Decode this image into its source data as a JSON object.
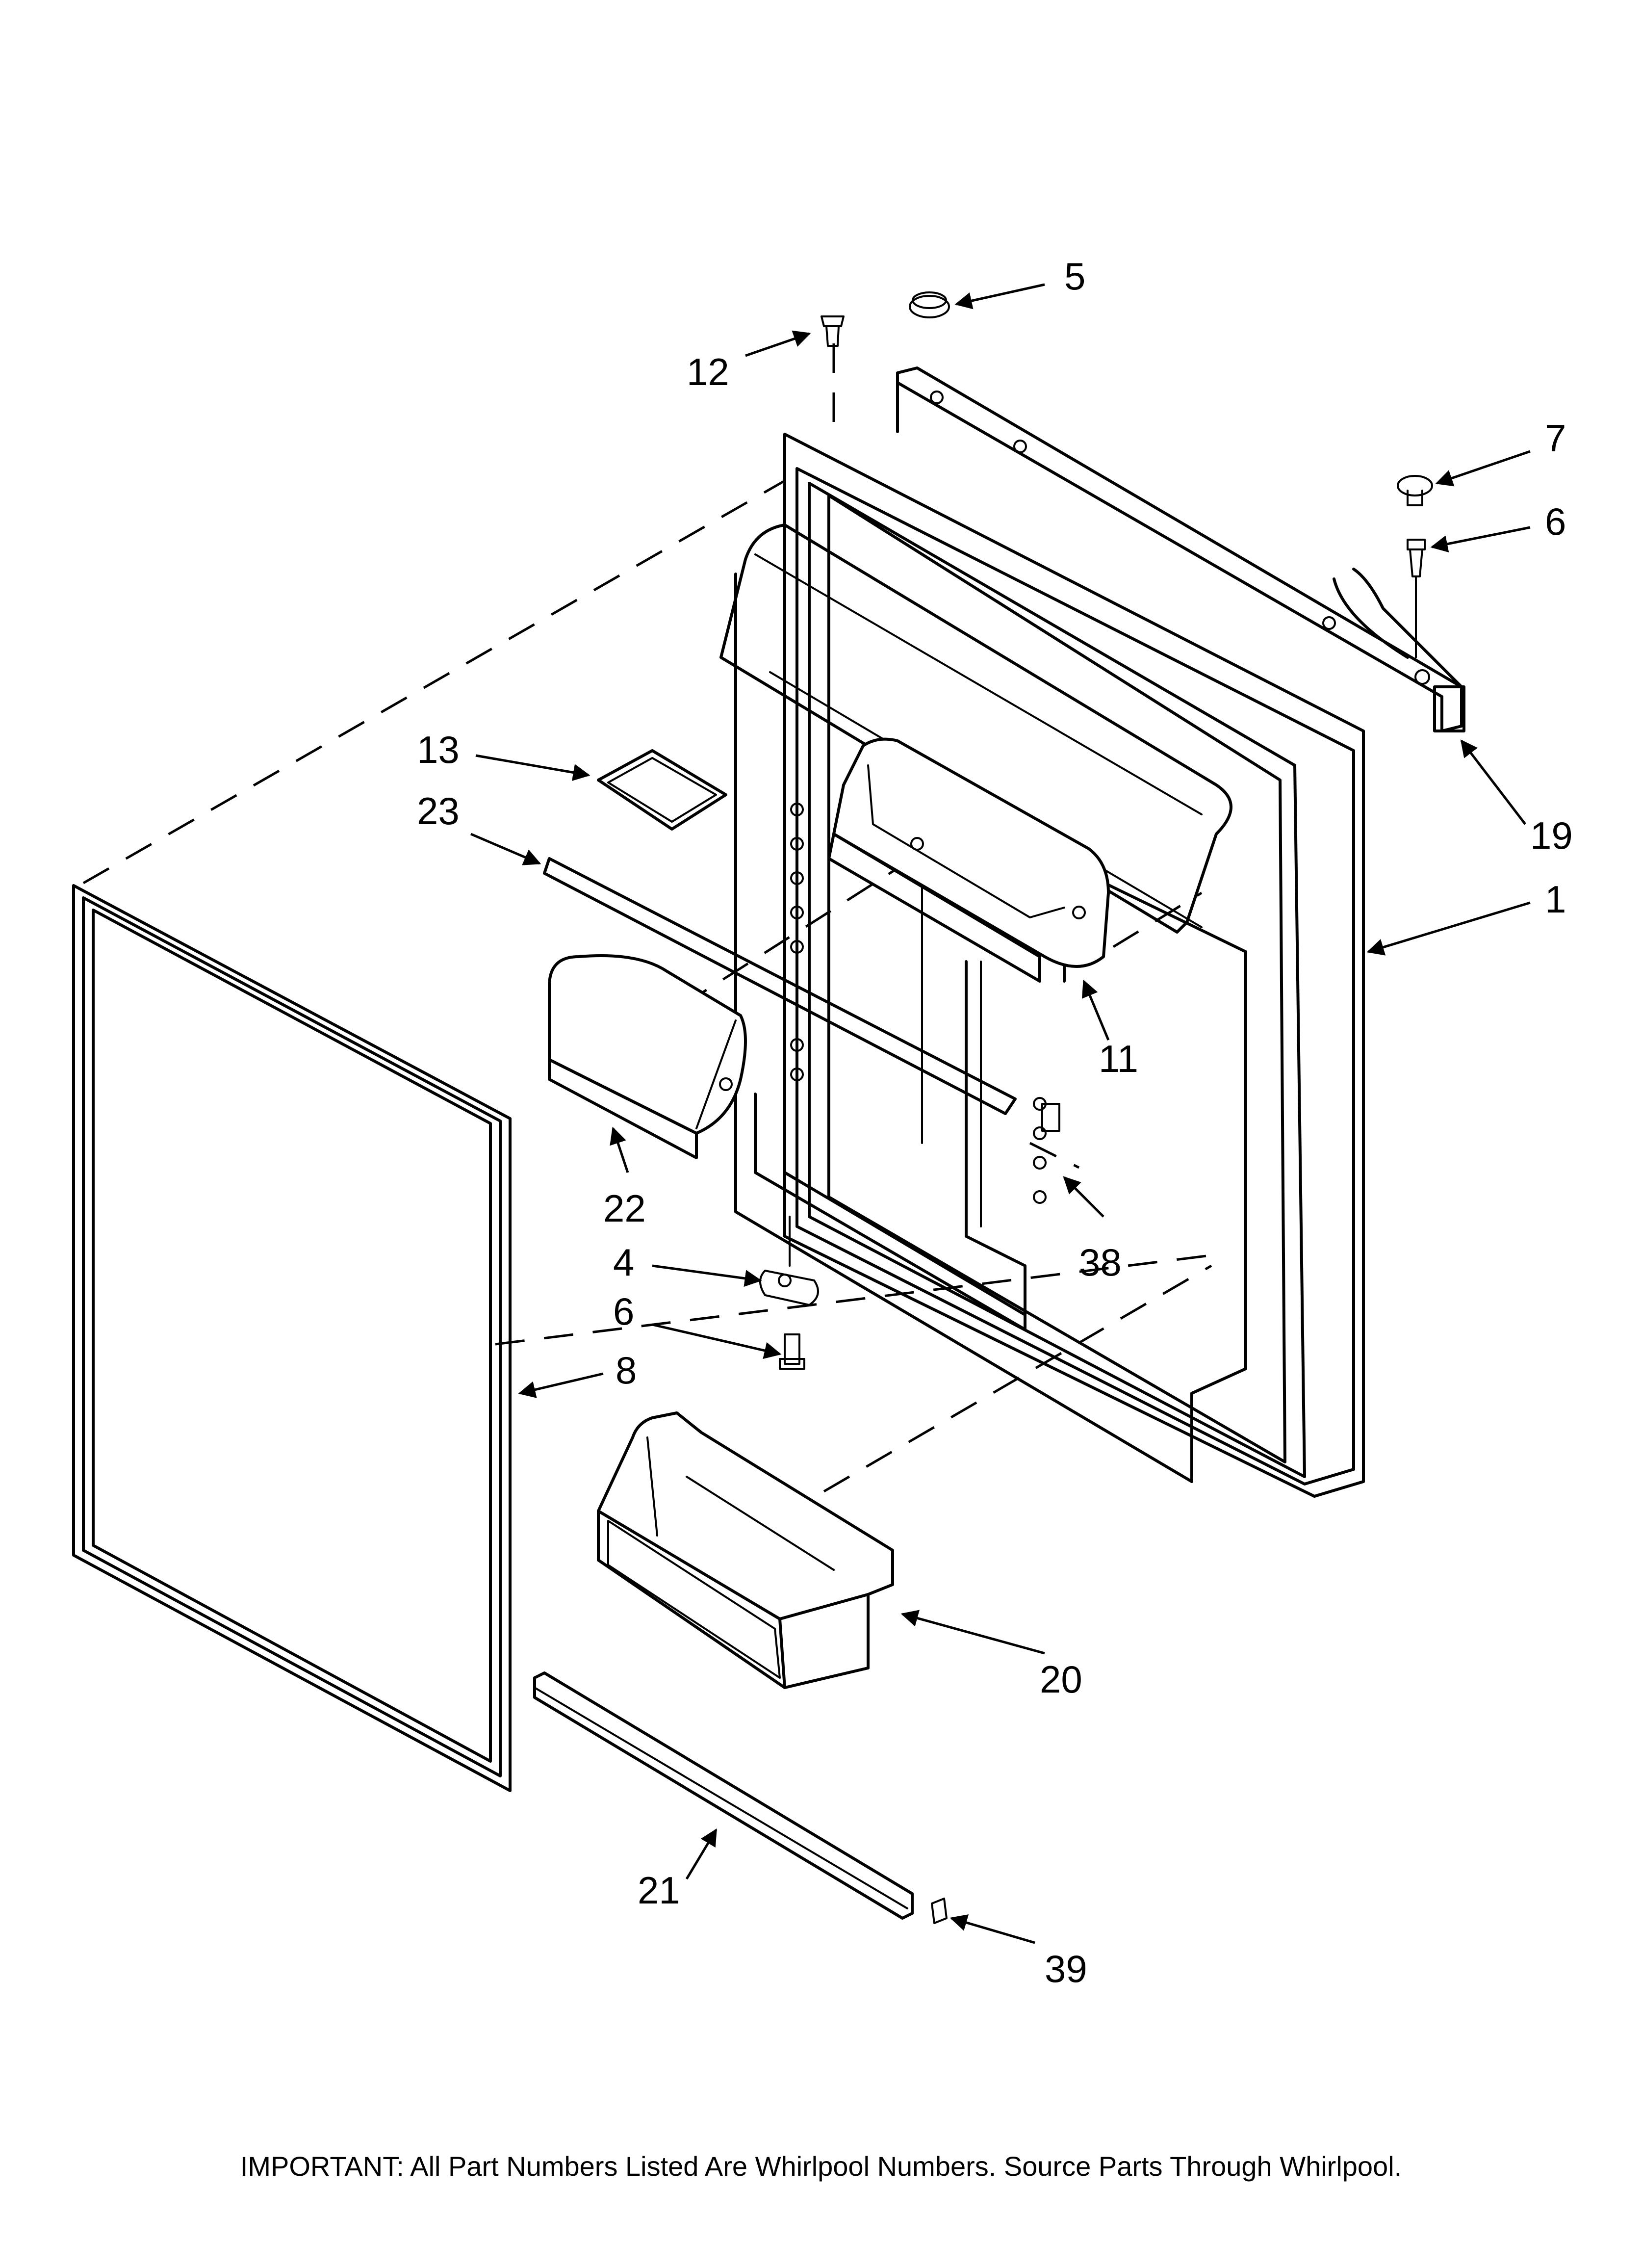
{
  "callouts": {
    "c5": "5",
    "c12": "12",
    "c7": "7",
    "c6a": "6",
    "c13": "13",
    "c23": "23",
    "c19": "19",
    "c1": "1",
    "c11": "11",
    "c22": "22",
    "c38": "38",
    "c4": "4",
    "c6b": "6",
    "c8": "8",
    "c20": "20",
    "c21": "21",
    "c39": "39"
  },
  "footer": {
    "note": "IMPORTANT: All Part Numbers Listed Are Whirlpool Numbers. Source Parts Through Whirlpool."
  }
}
